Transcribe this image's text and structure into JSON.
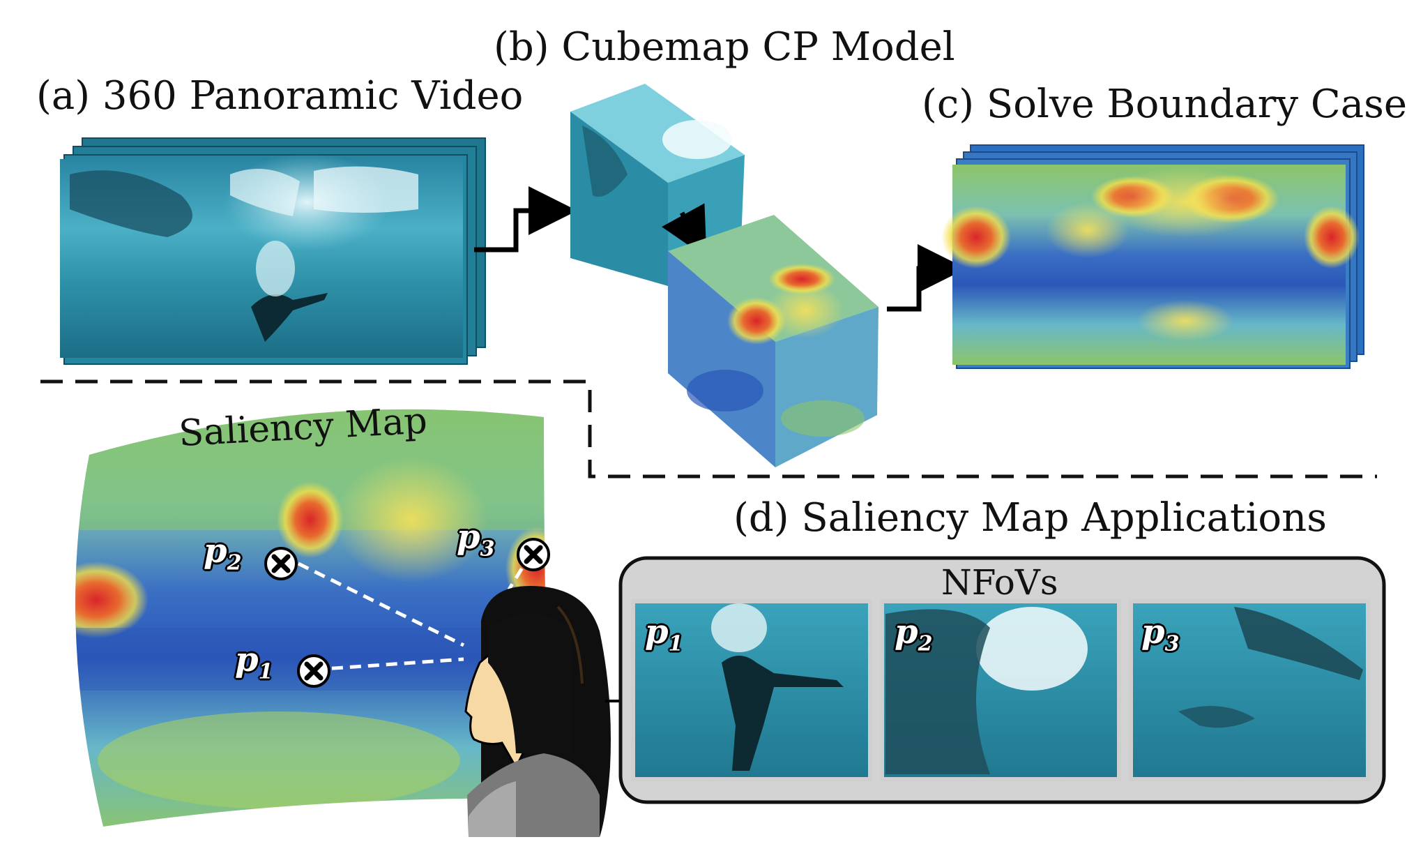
{
  "titles": {
    "a": "(a) 360 Panoramic Video",
    "b": "(b) Cubemap CP Model",
    "c": "(c) Solve Boundary Cases",
    "d": "(d) Saliency Map Applications",
    "saliency_map": "Saliency Map",
    "nfovs": "NFoVs"
  },
  "points": [
    {
      "letter": "p",
      "index": "2"
    },
    {
      "letter": "p",
      "index": "3"
    },
    {
      "letter": "p",
      "index": "1"
    }
  ],
  "nfov_panels": [
    {
      "letter": "p",
      "index": "1"
    },
    {
      "letter": "p",
      "index": "2"
    },
    {
      "letter": "p",
      "index": "3"
    }
  ],
  "colors": {
    "water_dark": "#1d6f8a",
    "water_light": "#5fc3d6",
    "heat_red": "#d9252a",
    "heat_yellow": "#f2e04a",
    "heat_blue": "#2b57b8",
    "heat_green": "#8cc56a",
    "panel_bg": "#d3d3d3"
  },
  "icons": [
    "arrow-right-icon",
    "marker-x-icon",
    "viewer-silhouette-icon"
  ]
}
